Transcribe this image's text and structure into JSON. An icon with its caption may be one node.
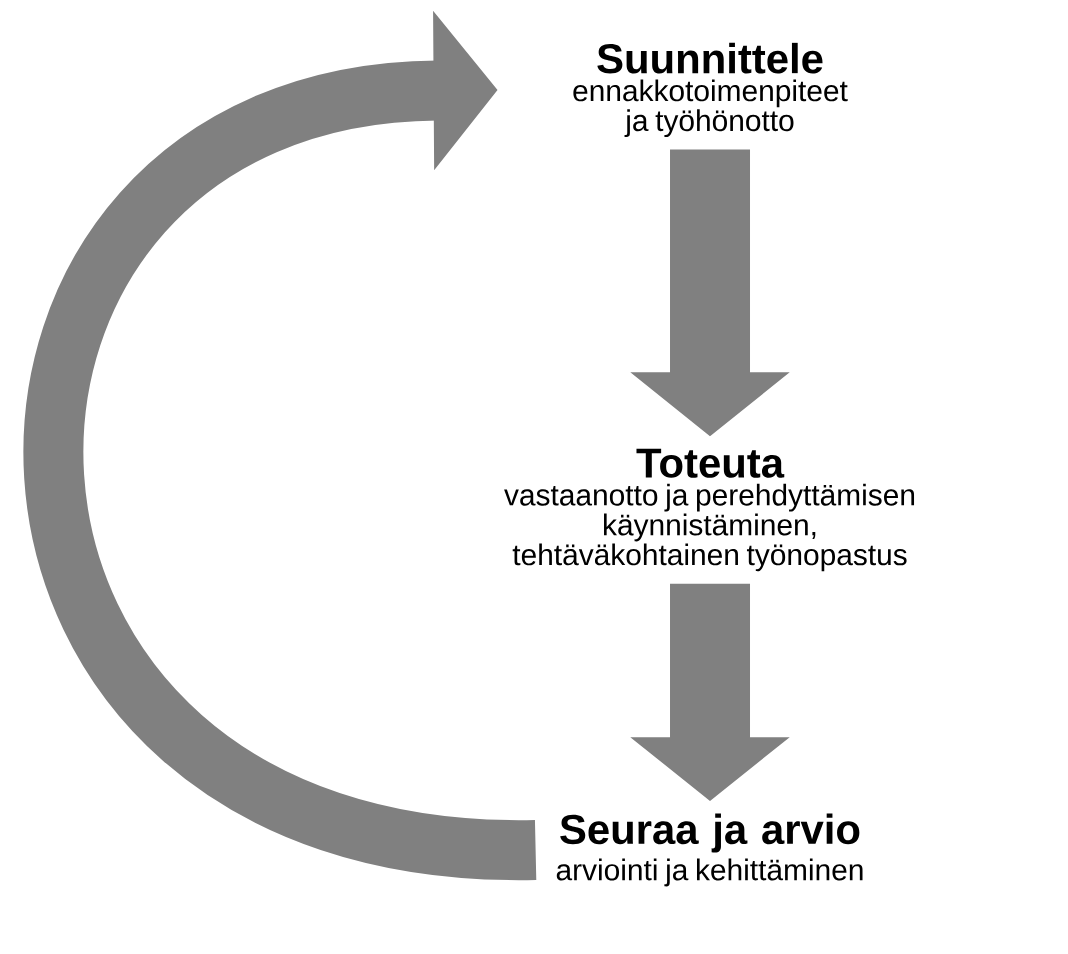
{
  "diagram": {
    "nodes": [
      {
        "text": [
          "Suunnittele",
          "ennakkotoimenpiteet ja työhönotto"
        ]
      },
      {
        "text": [
          "Toteuta",
          "vastaanotto ja perehdyttämisen käynnistäminen, tehtäväkohtainen työnopastus"
        ]
      },
      {
        "text": [
          "Seuraa ja arvio",
          "arviointi ja kehittäminen"
        ]
      }
    ],
    "edges": [
      {
        "from": 0,
        "to": 1,
        "arrow": "to"
      },
      {
        "from": 1,
        "to": 2,
        "arrow": "to"
      },
      {
        "from": 2,
        "to": 0,
        "arrow": "to"
      }
    ]
  }
}
